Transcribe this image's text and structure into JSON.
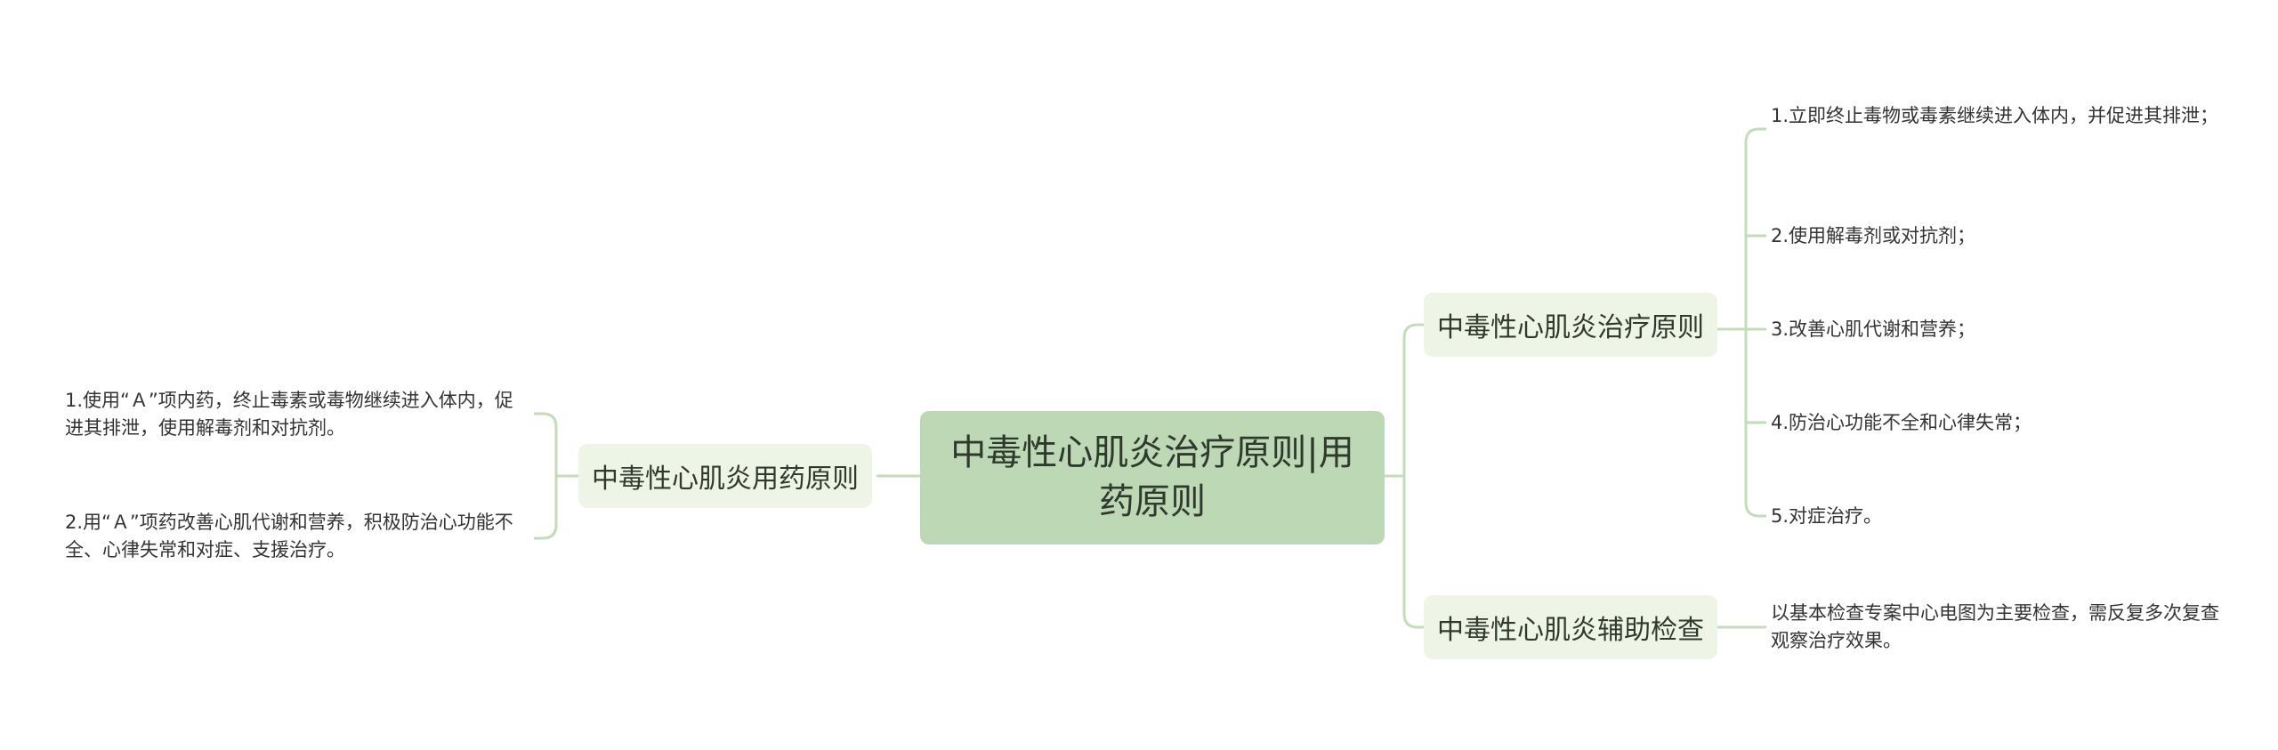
{
  "root": {
    "title": "中毒性心肌炎治疗原则|用药原则"
  },
  "branches": {
    "treatment": {
      "label": "中毒性心肌炎治疗原则",
      "items": [
        "1.立即终止毒物或毒素继续进入体内，并促进其排泄；",
        "2.使用解毒剂或对抗剂；",
        "3.改善心肌代谢和营养；",
        "4.防治心功能不全和心律失常；",
        "5.对症治疗。"
      ]
    },
    "exam": {
      "label": "中毒性心肌炎辅助检查",
      "items": [
        "以基本检查专案中心电图为主要检查，需反复多次复查观察治疗效果。"
      ]
    },
    "medication": {
      "label": "中毒性心肌炎用药原则",
      "items": [
        "1.使用“Ａ”项内药，终止毒素或毒物继续进入体内，促进其排泄，使用解毒剂和对抗剂。",
        "2.用“Ａ”项药改善心肌代谢和营养，积极防治心功能不全、心律失常和对症、支援治疗。"
      ]
    }
  },
  "colors": {
    "root_fill": "#bcd8b5",
    "branch_fill": "#eef5e7",
    "connector": "#c5dcb9"
  }
}
